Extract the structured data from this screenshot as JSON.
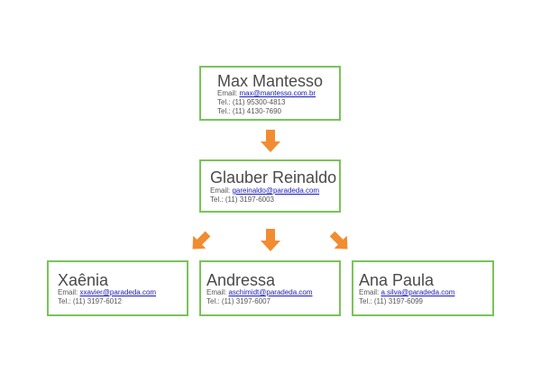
{
  "colors": {
    "border": "#7ac35a",
    "arrow": "#f28c30",
    "link": "#1a1ab8",
    "text": "#4a4a4a"
  },
  "people": {
    "max": {
      "name": "Max Mantesso",
      "email_label": "Email:",
      "email": "max@mantesso.com.br",
      "tel1": "Tel.: (11) 95300-4813",
      "tel2": "Tel.: (11) 4130-7690"
    },
    "glauber": {
      "name": "Glauber Reinaldo",
      "email_label": "Email:",
      "email": "gareinaldo@paradeda.com",
      "tel1": "Tel.: (11) 3197-6003"
    },
    "xaenia": {
      "name": "Xaênia",
      "email_label": "Email:",
      "email": "xxavier@paradeda.com",
      "tel1": "Tel.: (11) 3197-6012"
    },
    "andressa": {
      "name": "Andressa",
      "email_label": "Email:",
      "email": "aschimidt@paradeda.com",
      "tel1": "Tel.: (11) 3197-6007"
    },
    "ana": {
      "name": "Ana Paula",
      "email_label": "Email:",
      "email": "a.silva@paradeda.com",
      "tel1": "Tel.: (11) 3197-6099"
    }
  },
  "arrows": [
    {
      "from": "max",
      "to": "glauber",
      "direction": "down"
    },
    {
      "from": "glauber",
      "to": "xaenia",
      "direction": "down-left"
    },
    {
      "from": "glauber",
      "to": "andressa",
      "direction": "down"
    },
    {
      "from": "glauber",
      "to": "ana",
      "direction": "down-right"
    }
  ]
}
